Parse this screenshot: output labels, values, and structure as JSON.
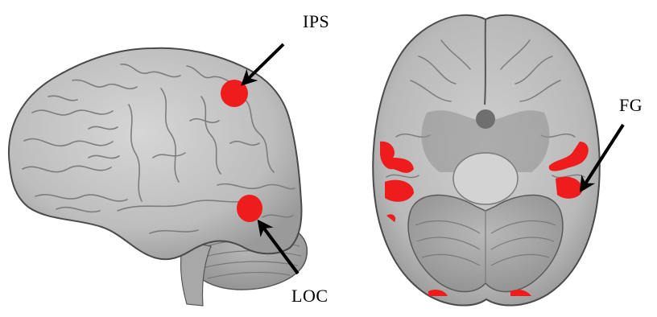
{
  "figure": {
    "panels": [
      {
        "view": "lateral"
      },
      {
        "view": "ventral"
      }
    ]
  },
  "labels": {
    "ips": "IPS",
    "loc": "LOC",
    "fg": "FG"
  },
  "colors": {
    "activation": "#ee1c1c",
    "brain_fill": "#bcbcbc",
    "brain_outline": "#4a4a4a",
    "sulcus": "#7d7d7d",
    "arrow": "#000000",
    "background": "#ffffff"
  }
}
